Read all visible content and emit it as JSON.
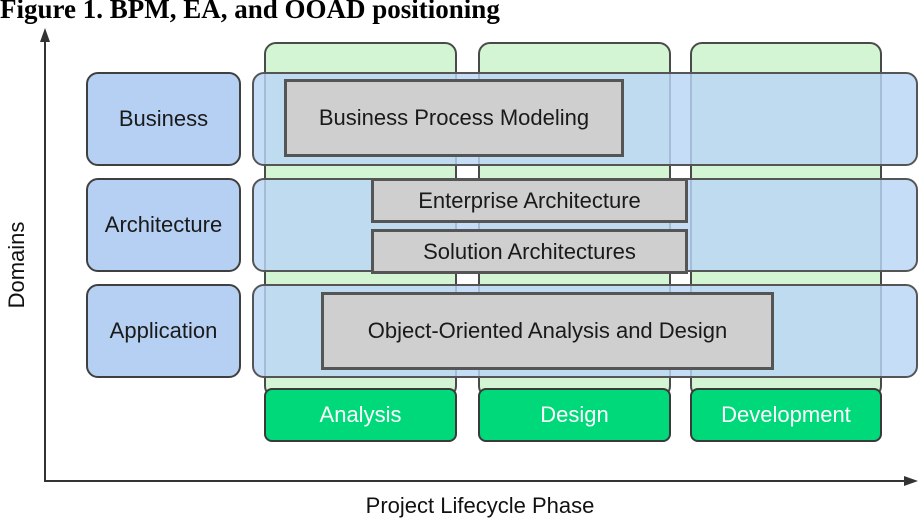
{
  "caption": "Figure 1. BPM, EA, and OOAD positioning",
  "axes": {
    "y_label": "Domains",
    "x_label": "Project Lifecycle Phase"
  },
  "domains": [
    "Business",
    "Architecture",
    "Application"
  ],
  "phases": [
    "Analysis",
    "Design",
    "Development"
  ],
  "areas": {
    "bpm": "Business Process Modeling",
    "ea": "Enterprise Architecture",
    "sa": "Solution Architectures",
    "ooad": "Object-Oriented Analysis and Design"
  },
  "colors": {
    "phase_column": "#d4f5d4",
    "phase_label": "#00d97a",
    "domain_box": "#b5d0f2",
    "domain_band": "#bad6f7",
    "area_box": "#cfcfcf"
  }
}
